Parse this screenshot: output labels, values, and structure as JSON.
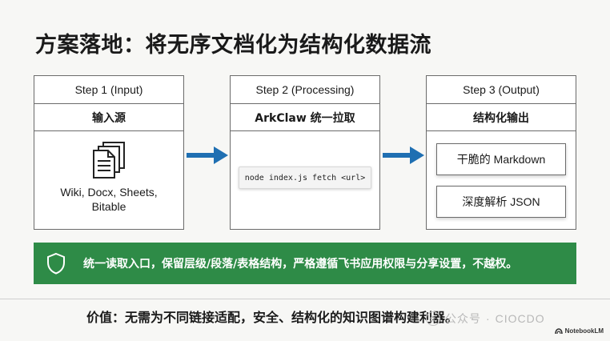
{
  "title": "方案落地：将无序文档化为结构化数据流",
  "steps": [
    {
      "header": "Step 1 (Input)",
      "subtitle": "输入源",
      "source_line1": "Wiki, Docx, Sheets,",
      "source_line2": "Bitable"
    },
    {
      "header": "Step 2 (Processing)",
      "subtitle": "ArkClaw 统一拉取",
      "command": "node index.js fetch <url>"
    },
    {
      "header": "Step 3 (Output)",
      "subtitle": "结构化输出",
      "outputs": [
        "干脆的 Markdown",
        "深度解析 JSON"
      ]
    }
  ],
  "banner": {
    "text": "统一读取入口，保留层级/段落/表格结构，严格遵循飞书应用权限与分享设置，不越权。"
  },
  "value_line": "价值：无需为不同链接适配，安全、结构化的知识图谱构建利器。",
  "watermark": {
    "icon_text": "众",
    "prefix": "公众号",
    "name": "CIOCDO"
  },
  "brand": {
    "name": "NotebookLM"
  },
  "colors": {
    "accent_green": "#2e8b47",
    "arrow_blue": "#1f6fb2",
    "border": "#6b6b6b"
  },
  "icons": [
    "documents-icon",
    "arrow-right-icon",
    "shield-icon",
    "notebooklm-icon"
  ]
}
